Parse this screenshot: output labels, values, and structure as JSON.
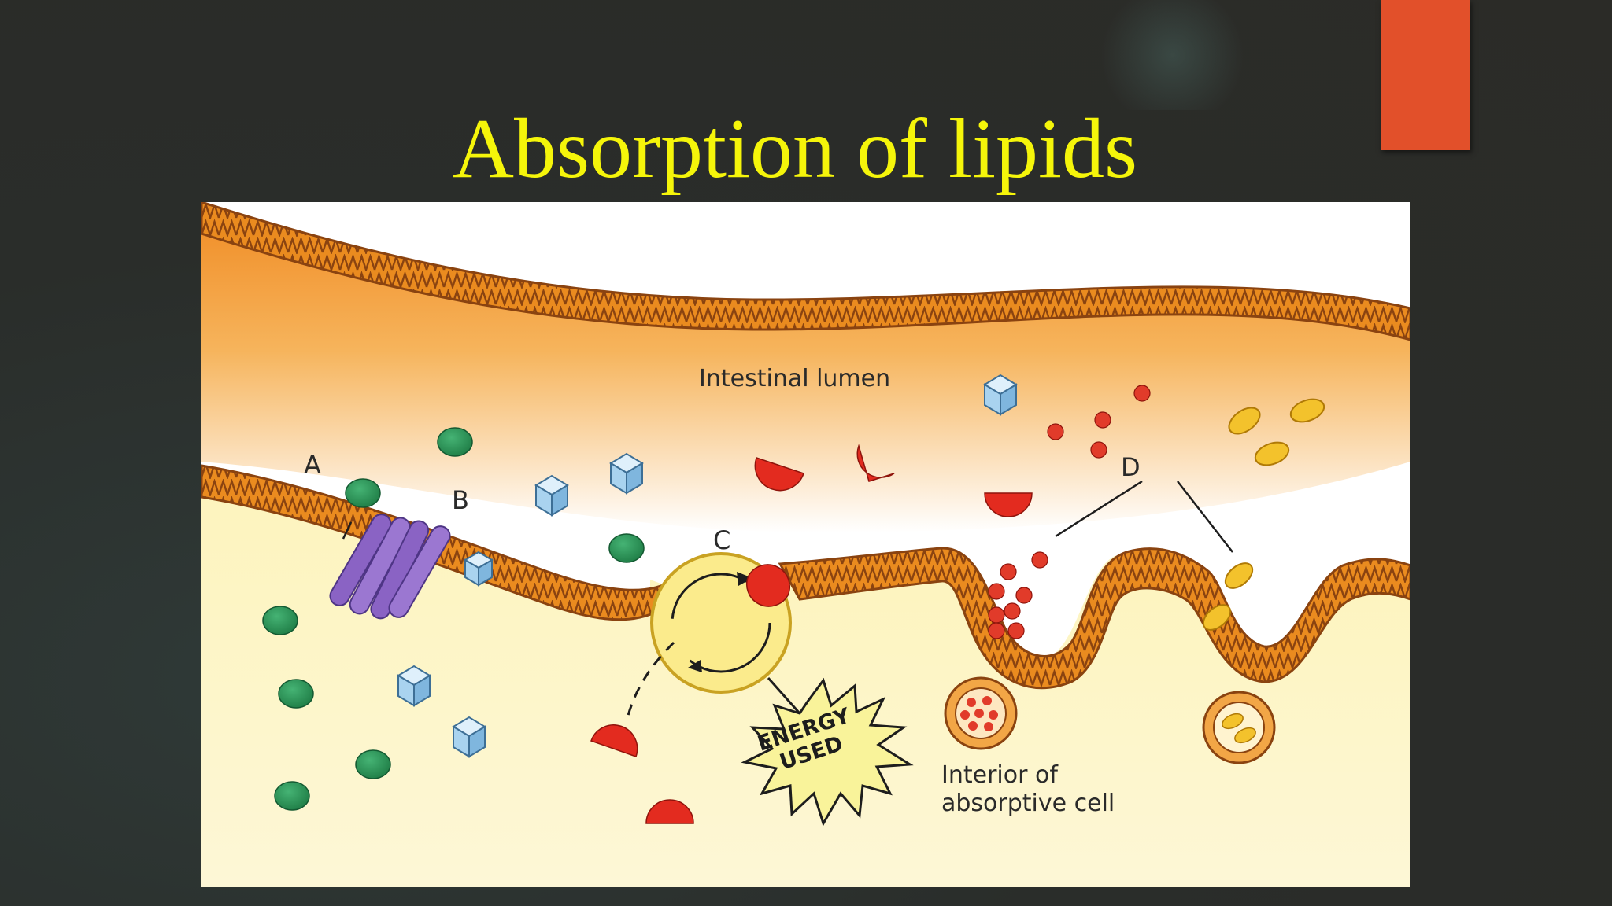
{
  "slide": {
    "title": "Absorption of lipids",
    "accent_color": "#e2502a",
    "title_color": "#f5f50a"
  },
  "diagram": {
    "labels": {
      "lumen": "Intestinal lumen",
      "interior_line1": "Interior of",
      "interior_line2": "absorptive cell",
      "a": "A",
      "b": "B",
      "c": "C",
      "d": "D",
      "energy_line1": "ENERGY",
      "energy_line2": "USED"
    },
    "colors": {
      "membrane": "#e98a1e",
      "membrane_pattern": "#8a4310",
      "lumen_gradient": "#f39a34",
      "cell_interior": "#fbf2b4",
      "green_molecule": "#2f9a5a",
      "blue_cube": "#a9d3ef",
      "red_semicircle": "#e32b1f",
      "red_dot": "#e13b2a",
      "yellow_oval": "#f3c22c",
      "protein": "#8a63c4",
      "starburst": "#f9f39a"
    }
  }
}
